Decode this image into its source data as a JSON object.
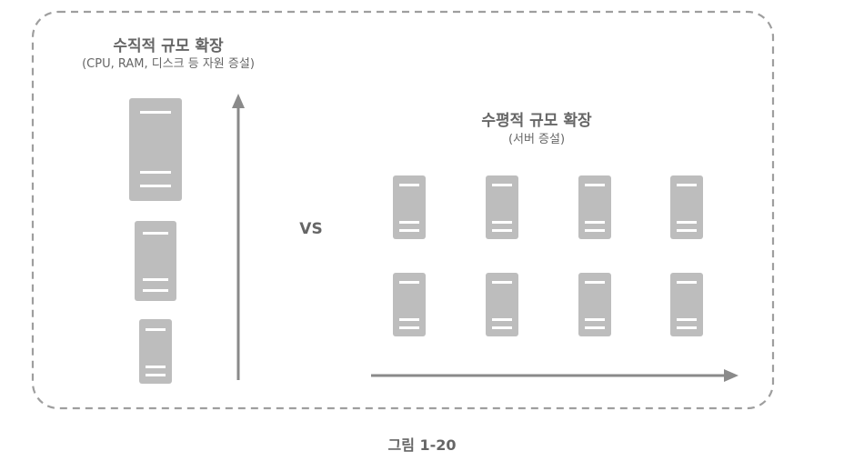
{
  "vertical_scaling": {
    "title": "수직적 규모 확장",
    "subtitle": "(CPU, RAM, 디스크 등 자원 증설)"
  },
  "horizontal_scaling": {
    "title": "수평적 규모 확장",
    "subtitle": "(서버 증설)"
  },
  "comparison_label": "VS",
  "caption": "그림 1-20",
  "colors": {
    "server": "#bdbdbd",
    "server_line": "#ffffff",
    "arrow": "#8a8a8a",
    "border": "#9e9e9e",
    "text": "#666666"
  },
  "icons": [
    "server-icon",
    "arrow-up-icon",
    "arrow-right-icon"
  ]
}
